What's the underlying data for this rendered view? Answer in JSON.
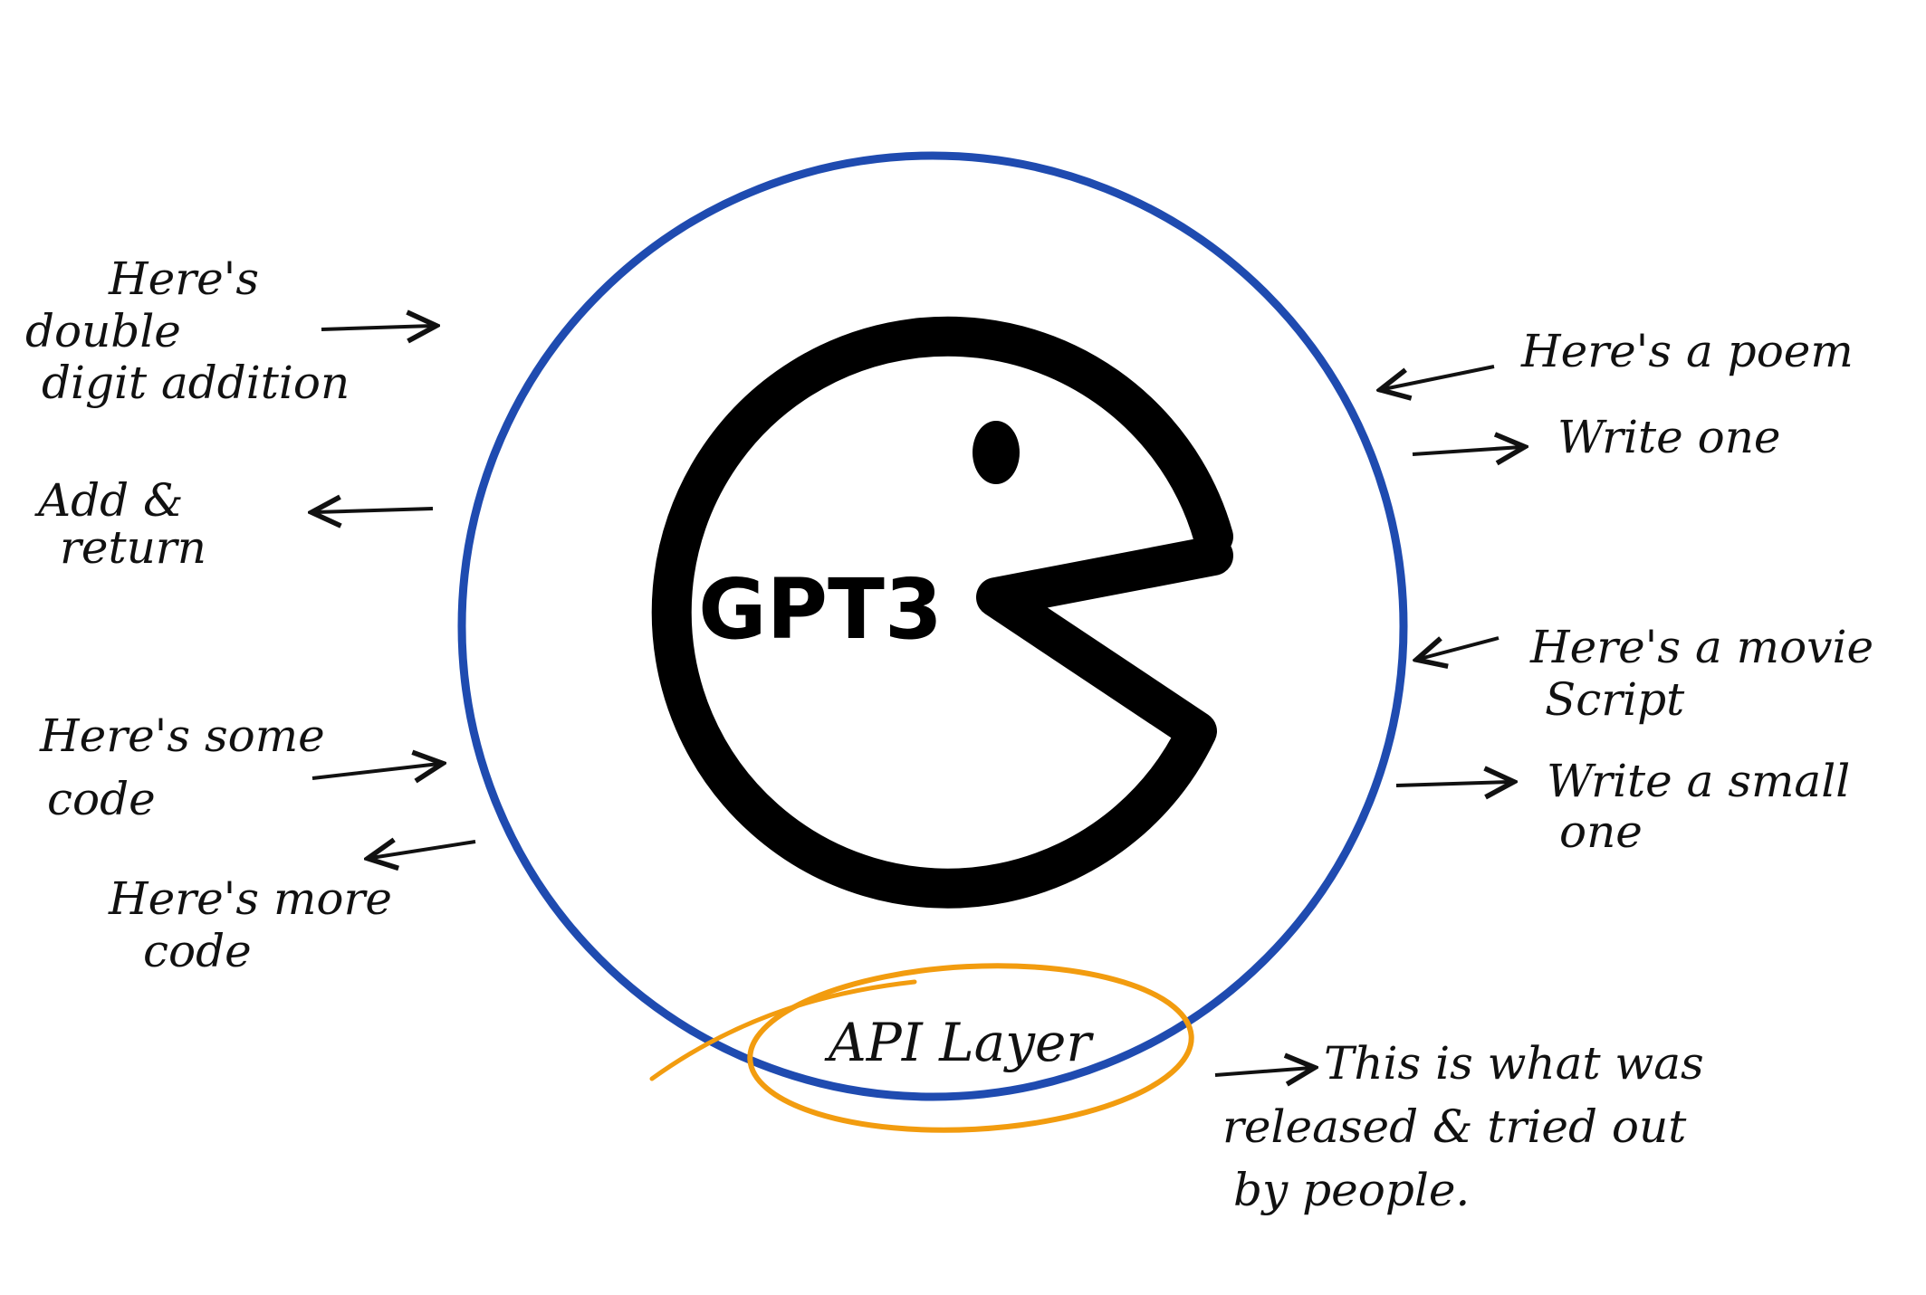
{
  "colors": {
    "api_circle": "#1f4bb0",
    "api_highlight": "#f29c0f",
    "ink": "#111111"
  },
  "model": {
    "name": "GPT3"
  },
  "api": {
    "label": "API Layer"
  },
  "left_notes": [
    {
      "lines": [
        "Here's",
        "double",
        "digit addition"
      ],
      "direction": "in"
    },
    {
      "lines": [
        "Add &",
        "return"
      ],
      "direction": "out"
    },
    {
      "lines": [
        "Here's some",
        "code"
      ],
      "direction": "in"
    },
    {
      "lines": [
        "Here's more",
        "code"
      ],
      "direction": "out"
    }
  ],
  "right_notes": [
    {
      "lines": [
        "Here's a poem"
      ],
      "direction": "in"
    },
    {
      "lines": [
        "Write one"
      ],
      "direction": "out"
    },
    {
      "lines": [
        "Here's a movie",
        "Script"
      ],
      "direction": "in"
    },
    {
      "lines": [
        "Write a small",
        "one"
      ],
      "direction": "out"
    }
  ],
  "release_note": {
    "lines": [
      "This is what was",
      "released & tried out",
      "by people."
    ]
  }
}
